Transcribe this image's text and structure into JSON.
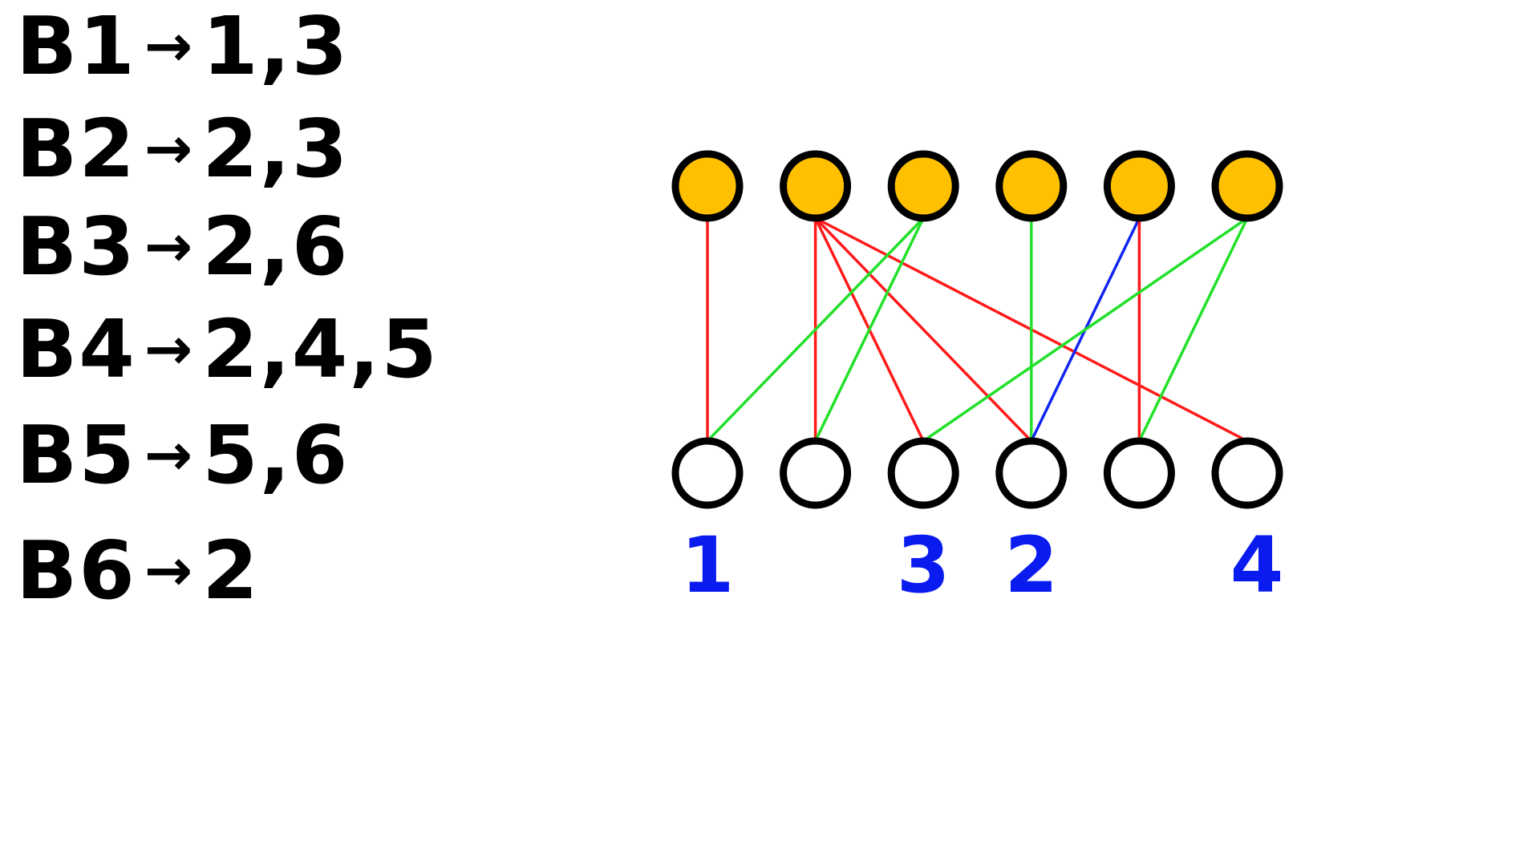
{
  "rules": [
    {
      "block": "B1",
      "arrow": "→",
      "targets": "1,3"
    },
    {
      "block": "B2",
      "arrow": "→",
      "targets": "2,3"
    },
    {
      "block": "B3",
      "arrow": "→",
      "targets": "2,6"
    },
    {
      "block": "B4",
      "arrow": "→",
      "targets": "2,4,5"
    },
    {
      "block": "B5",
      "arrow": "→",
      "targets": "5,6"
    },
    {
      "block": "B6",
      "arrow": "→",
      "targets": "2"
    }
  ],
  "graph": {
    "top_nodes": 6,
    "bottom_nodes": 6,
    "top_node_color": "#ffc000",
    "bottom_node_color": "#ffffff",
    "edges": [
      {
        "from": 1,
        "to": 1,
        "color": "#ff1a1a"
      },
      {
        "from": 2,
        "to": 2,
        "color": "#ff1a1a"
      },
      {
        "from": 2,
        "to": 3,
        "color": "#ff1a1a"
      },
      {
        "from": 2,
        "to": 4,
        "color": "#ff1a1a"
      },
      {
        "from": 2,
        "to": 6,
        "color": "#ff1a1a"
      },
      {
        "from": 3,
        "to": 1,
        "color": "#22e02a"
      },
      {
        "from": 3,
        "to": 2,
        "color": "#22e02a"
      },
      {
        "from": 4,
        "to": 4,
        "color": "#22e02a"
      },
      {
        "from": 5,
        "to": 4,
        "color": "#1026f0"
      },
      {
        "from": 5,
        "to": 5,
        "color": "#ff1a1a"
      },
      {
        "from": 6,
        "to": 3,
        "color": "#22e02a"
      },
      {
        "from": 6,
        "to": 5,
        "color": "#22e02a"
      }
    ],
    "labels": [
      {
        "node": 1,
        "text": "1"
      },
      {
        "node": 3,
        "text": "3"
      },
      {
        "node": 4,
        "text": "2"
      },
      {
        "node": 6,
        "text": "4"
      }
    ],
    "label_color": "#0a1bf0"
  }
}
